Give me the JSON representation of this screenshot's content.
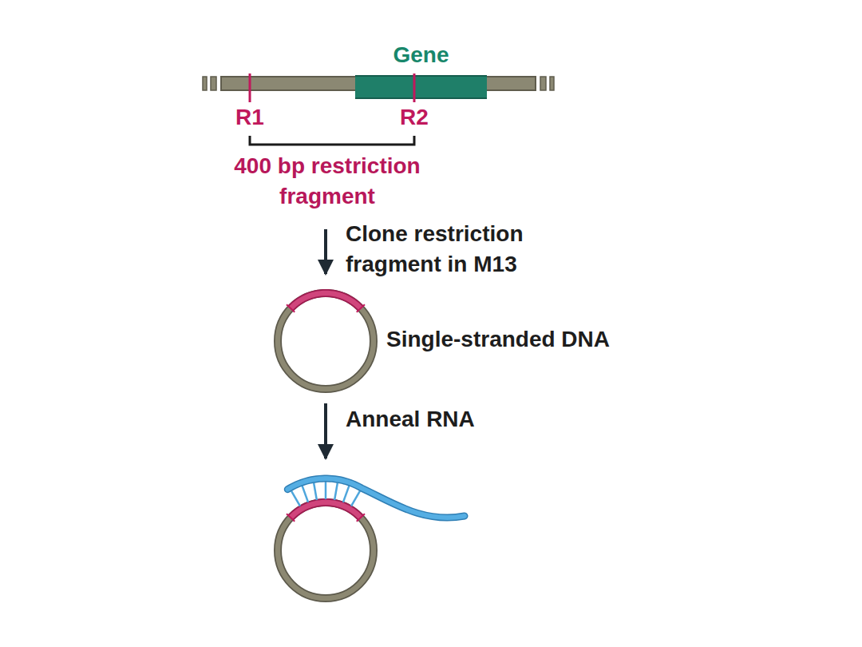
{
  "diagram": {
    "nodes": [
      {
        "text": [
          "Gene"
        ]
      }
    ],
    "labels": [
      "R1",
      "R2",
      "400 bp restriction fragment",
      "Clone restriction fragment in M13",
      "Single-stranded DNA",
      "Anneal RNA"
    ]
  }
}
